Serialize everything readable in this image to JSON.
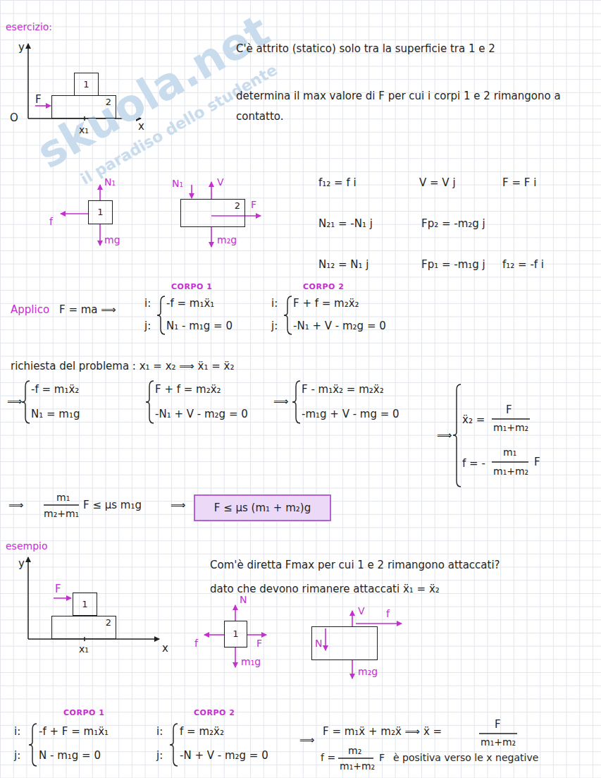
{
  "diagram": {
    "nodes": [
      {
        "text": [
          "1"
        ]
      },
      {
        "text": [
          "2"
        ]
      },
      {
        "text": [
          "1"
        ]
      },
      {
        "text": [
          "2"
        ]
      },
      {
        "text": [
          "F ≤ μs (m₁ + m₂)g"
        ]
      },
      {
        "text": [
          "1"
        ]
      },
      {
        "text": [
          "2"
        ]
      },
      {
        "text": [
          "1"
        ]
      },
      {
        "text": [
          "N"
        ]
      }
    ],
    "labels": [
      "esercizio:",
      "skuola.net",
      "il paradiso dello studente",
      "y",
      "O",
      "F",
      "x₁",
      "x",
      "C'è attrito (statico) solo tra la superficie tra 1 e 2",
      "determina il max valore di F per cui i corpi 1 e 2 rimangono a contatto.",
      "N₁",
      "f",
      "mg",
      "N₁",
      "V",
      "F",
      "m₂g",
      "f₁₂ = f i",
      "V = V j",
      "F = F i",
      "N₂₁ = -N₁ j",
      "Fp₂ = -m₂g j",
      "N₁₂ = N₁ j",
      "Fp₁ = -m₁g j",
      "f₁₂ = -f i",
      "CORPO 1",
      "CORPO 2",
      "Applico",
      "F = ma ⟹",
      "i:",
      "-f = m₁ẍ₁",
      "j:",
      "N₁ - m₁g = 0",
      "i:",
      "F + f = m₂ẍ₂",
      "j:",
      "-N₁ + V - m₂g = 0",
      "richiesta del problema : x₁ = x₂ ⟹ ẍ₁ = ẍ₂",
      "⟹",
      "-f = m₁ẍ₂",
      "N₁ = m₁g",
      "F + f = m₂ẍ₂",
      "-N₁ + V - m₂g = 0",
      "⟹",
      "F - m₁ẍ₂ = m₂ẍ₂",
      "-m₁g + V - mg = 0",
      "⟹",
      "ẍ₂ =",
      "F",
      "m₁+m₂",
      "f = -",
      "m₁",
      "m₁+m₂",
      "F",
      "⟹",
      "m₁",
      "m₂+m₁",
      "F ≤ μs m₁g",
      "⟹",
      "esempio",
      "y",
      "F",
      "x₁",
      "x",
      "Com'è diretta Fmax per cui 1 e 2 rimangono attaccati?",
      "dato che devono rimanere attaccati ẍ₁ = ẍ₂",
      "N",
      "f",
      "F",
      "m₁g",
      "V",
      "f",
      "m₂g",
      "CORPO 1",
      "CORPO 2",
      "i:",
      "-f + F = m₁ẍ₁",
      "j:",
      "N - m₁g = 0",
      "i:",
      "f = m₂ẍ₂",
      "j:",
      "-N + V - m₂g = 0",
      "⟹",
      "F = m₁ẍ + m₂ẍ ⟹ ẍ =",
      "F",
      "m₁+m₂",
      "f =",
      "m₂",
      "m₁+m₂",
      "F",
      "è positiva verso le x negative"
    ]
  }
}
